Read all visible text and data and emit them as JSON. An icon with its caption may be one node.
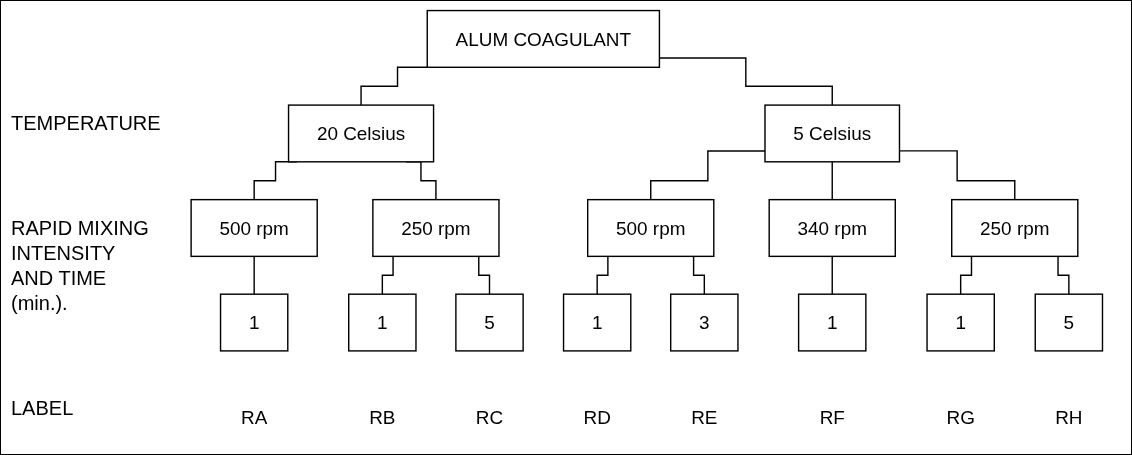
{
  "diagram": {
    "nodes": [
      {
        "text": [
          "ALUM COAGULANT"
        ]
      },
      {
        "text": [
          "20 Celsius"
        ]
      },
      {
        "text": [
          "5 Celsius"
        ]
      },
      {
        "text": [
          "500 rpm"
        ]
      },
      {
        "text": [
          "250 rpm"
        ]
      },
      {
        "text": [
          "500 rpm"
        ]
      },
      {
        "text": [
          "340 rpm"
        ]
      },
      {
        "text": [
          "250 rpm"
        ]
      },
      {
        "text": [
          "1"
        ],
        "beside": [
          "RA"
        ]
      },
      {
        "text": [
          "1"
        ],
        "beside": [
          "RB"
        ]
      },
      {
        "text": [
          "5"
        ],
        "beside": [
          "RC"
        ]
      },
      {
        "text": [
          "1"
        ],
        "beside": [
          "RD"
        ]
      },
      {
        "text": [
          "3"
        ],
        "beside": [
          "RE"
        ]
      },
      {
        "text": [
          "1"
        ],
        "beside": [
          "RF"
        ]
      },
      {
        "text": [
          "1"
        ],
        "beside": [
          "RG"
        ]
      },
      {
        "text": [
          "5"
        ],
        "beside": [
          "RH"
        ]
      }
    ],
    "edges": [
      {
        "from": 0,
        "to": 1,
        "arrow": "none"
      },
      {
        "from": 0,
        "to": 2,
        "arrow": "none"
      },
      {
        "from": 1,
        "to": 3,
        "arrow": "none"
      },
      {
        "from": 1,
        "to": 4,
        "arrow": "none"
      },
      {
        "from": 2,
        "to": 5,
        "arrow": "none"
      },
      {
        "from": 2,
        "to": 6,
        "arrow": "none"
      },
      {
        "from": 2,
        "to": 7,
        "arrow": "none"
      },
      {
        "from": 3,
        "to": 8,
        "arrow": "none"
      },
      {
        "from": 4,
        "to": 9,
        "arrow": "none"
      },
      {
        "from": 4,
        "to": 10,
        "arrow": "none"
      },
      {
        "from": 5,
        "to": 11,
        "arrow": "none"
      },
      {
        "from": 5,
        "to": 12,
        "arrow": "none"
      },
      {
        "from": 6,
        "to": 13,
        "arrow": "none"
      },
      {
        "from": 7,
        "to": 14,
        "arrow": "none"
      },
      {
        "from": 7,
        "to": 15,
        "arrow": "none"
      }
    ],
    "labels": [
      "TEMPERATURE",
      "RAPID MIXING INTENSITY AND TIME (min.).",
      "LABEL"
    ]
  }
}
